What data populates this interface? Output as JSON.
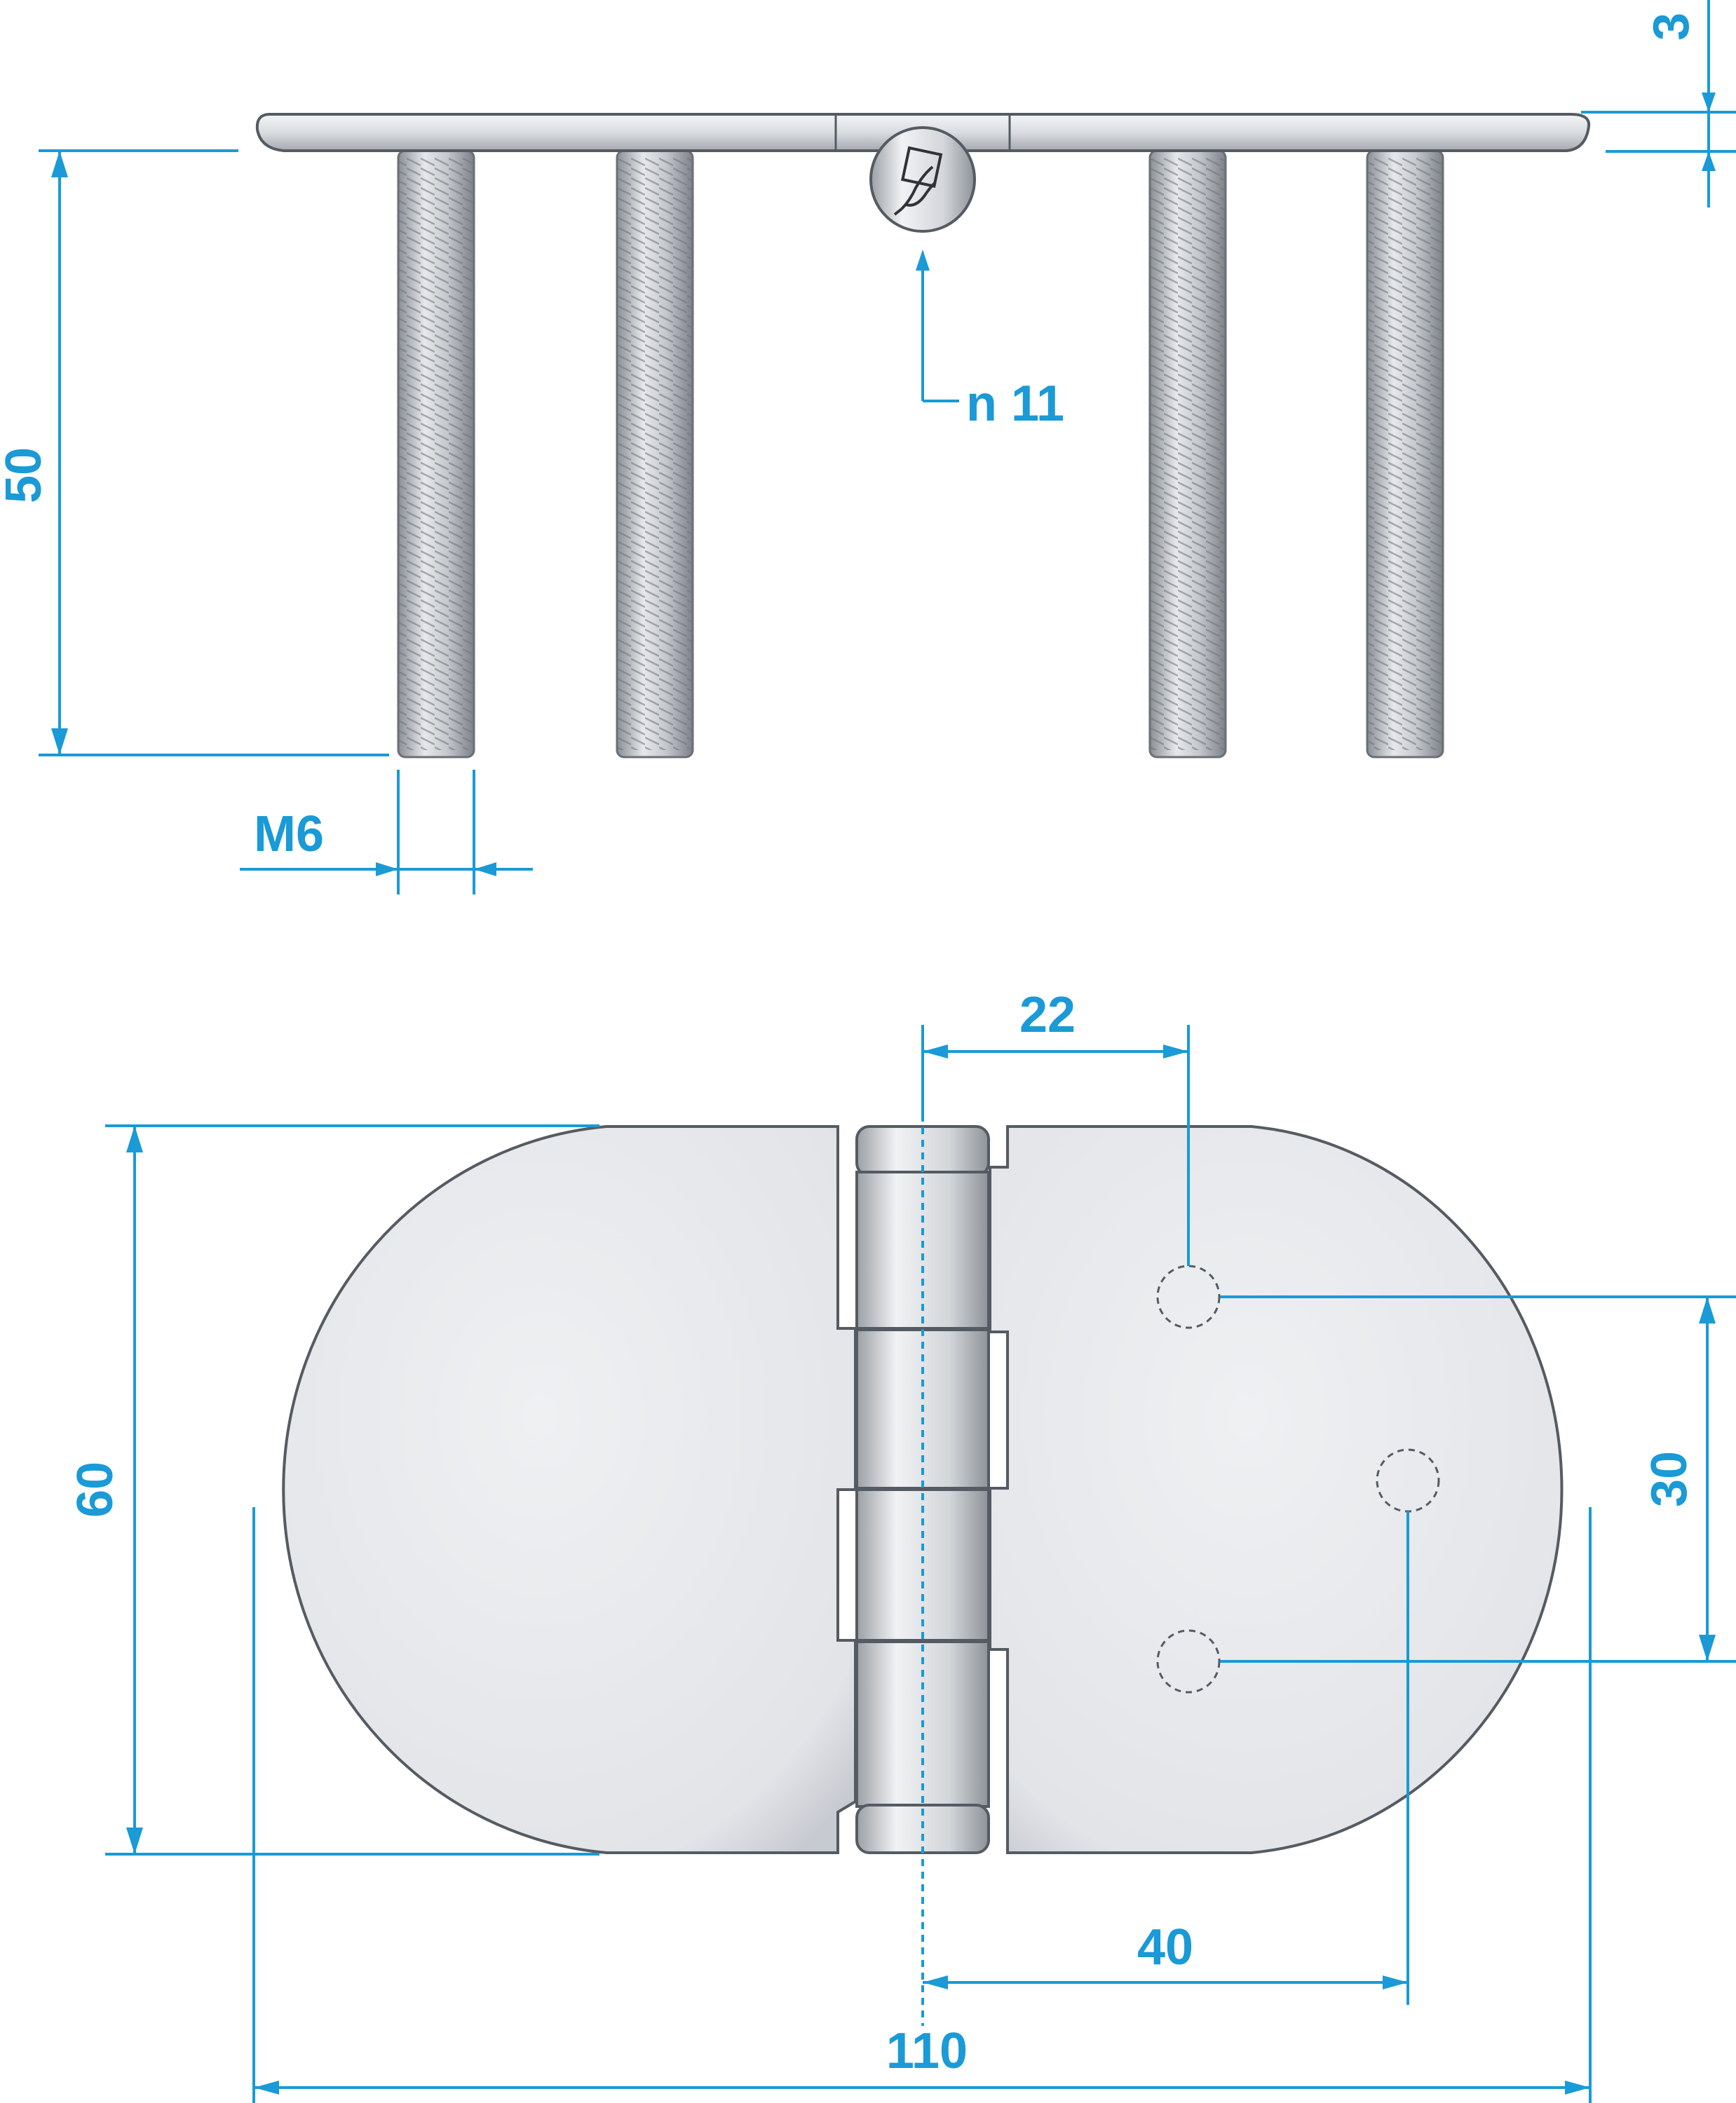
{
  "colors": {
    "dimension": "#1a9ad6",
    "metal_light": "#eceef1",
    "metal_mid": "#c9ccd1",
    "metal_dark": "#8d9298",
    "outline": "#555b62"
  },
  "icons": {
    "knuckle_symbol": "drawing-pin-hand-icon"
  },
  "dimensions": {
    "plate_thickness": "3",
    "bolt_length": "50",
    "pin_note": "n 11",
    "thread": "M6",
    "pin_to_hole": "22",
    "height": "60",
    "hole_spacing": "30",
    "pin_to_center_hole": "40",
    "overall_length": "110"
  }
}
